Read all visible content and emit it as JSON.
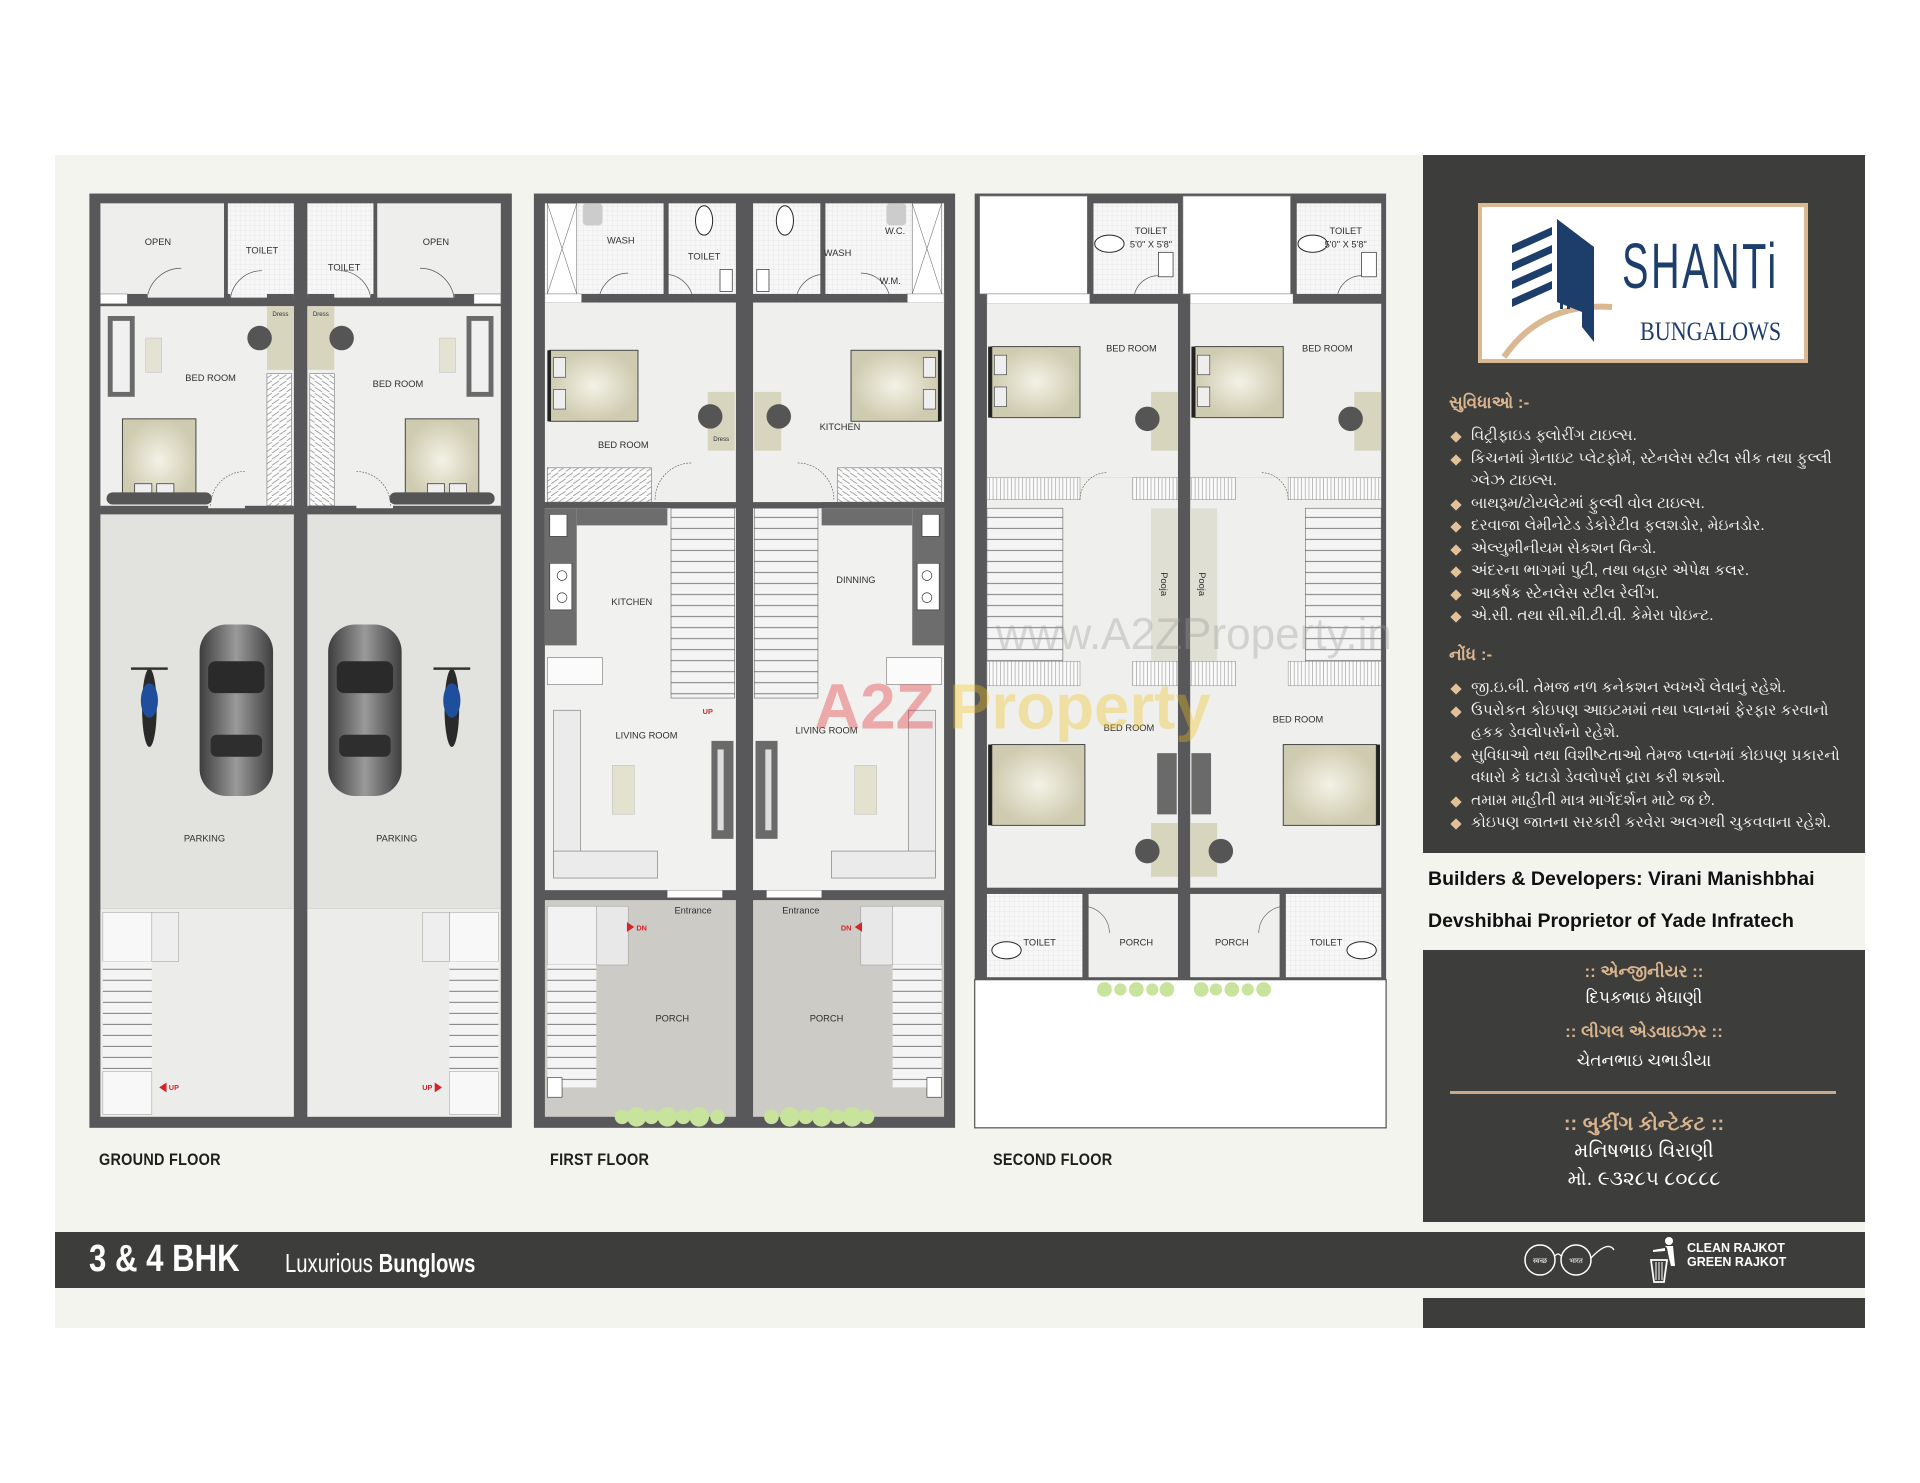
{
  "plans": {
    "ground": {
      "title": "GROUND FLOOR",
      "labels": [
        "OPEN",
        "TOILET",
        "BED ROOM",
        "PARKING",
        "TOILET",
        "OPEN",
        "BED ROOM",
        "PARKING",
        "UP",
        "UP",
        "Dress",
        "Dress"
      ]
    },
    "first": {
      "title": "FIRST FLOOR",
      "labels": [
        "WASH",
        "TOILET",
        "BED ROOM",
        "KITCHEN",
        "LIVING ROOM",
        "UP",
        "Entrance",
        "DN",
        "PORCH",
        "WASH",
        "W.C.",
        "W.M.",
        "KITCHEN",
        "DINNING",
        "LIVING ROOM",
        "Entrance",
        "DN",
        "PORCH",
        "Dress"
      ]
    },
    "second": {
      "title": "SECOND FLOOR",
      "labels": [
        "TOILET",
        "5'0\" X 5'8\"",
        "BED ROOM",
        "TOILET",
        "5'0\" X 5'8\"",
        "BED ROOM",
        "Pooja",
        "Pooja",
        "BED ROOM",
        "BED ROOM",
        "TOILET",
        "PORCH",
        "PORCH",
        "TOILET"
      ]
    }
  },
  "watermark": {
    "url": "www.A2ZProperty.in",
    "brand_a": "A2Z",
    "brand_b": "Property"
  },
  "logo": {
    "name": "SHANTi",
    "sub": "BUNGALOWS"
  },
  "amenities": {
    "heading": "સુવિધાઓ :-",
    "items": [
      "વિટ્રીફાઇડ ફ્લોરીંગ ટાઇલ્સ.",
      "કિચનમાં ગ્રેનાઇટ પ્લેટફોર્મ, સ્ટેનલેસ સ્ટીલ સીક તથા ફુલ્લી ગ્લેઝ ટાઇલ્સ.",
      "બાથરૂમ/ટોયલેટમાં ફુલ્લી વોલ ટાઇલ્સ.",
      "દરવાજા લેમીનેટેડ ડેકોરેટીવ ફલશડોર, મેઇનડોર.",
      "એલ્યુમીનીયમ સેકશન વિન્ડો.",
      "અંદરના ભાગમાં પુટી, તથા બહાર એપેક્ષ કલર.",
      "આકર્ષક સ્ટેનલેસ સ્ટીલ રેલીંગ.",
      "એ.સી. તથા સી.સી.ટી.વી. કેમેરા પોઇન્ટ."
    ]
  },
  "notes": {
    "heading": "નોંધ :-",
    "items": [
      "જી.ઇ.બી. તેમજ નળ કનેકશન સ્વખર્ચે લેવાનું રહેશે.",
      "ઉપરોકત કોઇપણ આઇટમમાં તથા પ્લાનમાં ફેરફાર કરવાનો હકક ડેવલોપર્સનો રહેશે.",
      "સુવિધાઓ તથા વિશીષ્ટતાઓ તેમજ પ્લાનમાં કોઇપણ પ્રકારનો વધારો કે ઘટાડો ડેવલોપર્સ દ્રારા કરી શકશો.",
      "તમામ માહીતી માત્ર માર્ગદર્શન માટે જ છે.",
      "કોઇપણ જાતના સરકારી કરવેરા અલગથી ચુકવવાના રહેશે."
    ]
  },
  "builders": {
    "line1": "Builders & Developers: Virani Manishbhai",
    "line2": "Devshibhai Proprietor of Yade Infratech"
  },
  "contacts": {
    "engineer_heading": ":: એન્જીનીયર ::",
    "engineer_name": "દિપકભાઇ મેઘાણી",
    "legal_heading": ":: લીગલ એડવાઇઝર ::",
    "legal_name": "ચેતનભાઇ ચભાડીયા",
    "booking_heading": ":: બુકીંગ કોન્ટેકટ ::",
    "booking_name": "મનિષભાઇ વિરાણી",
    "booking_phone": "મો. ૯૩૨૮૫ ૮૦૮૮૮"
  },
  "banner": {
    "bhk": "3 & 4 BHK",
    "lux_light": "Luxurious",
    "lux_bold": "Bunglows",
    "clean_line1": "CLEAN RAJKOT",
    "clean_line2": "GREEN RAJKOT",
    "swachh_left": "स्वच्छ",
    "swachh_right": "भारत"
  },
  "colors": {
    "panel": "#3d3d3b",
    "accent": "#d9b58f",
    "logo_blue": "#1d3e6b",
    "wall": "#58585a"
  }
}
